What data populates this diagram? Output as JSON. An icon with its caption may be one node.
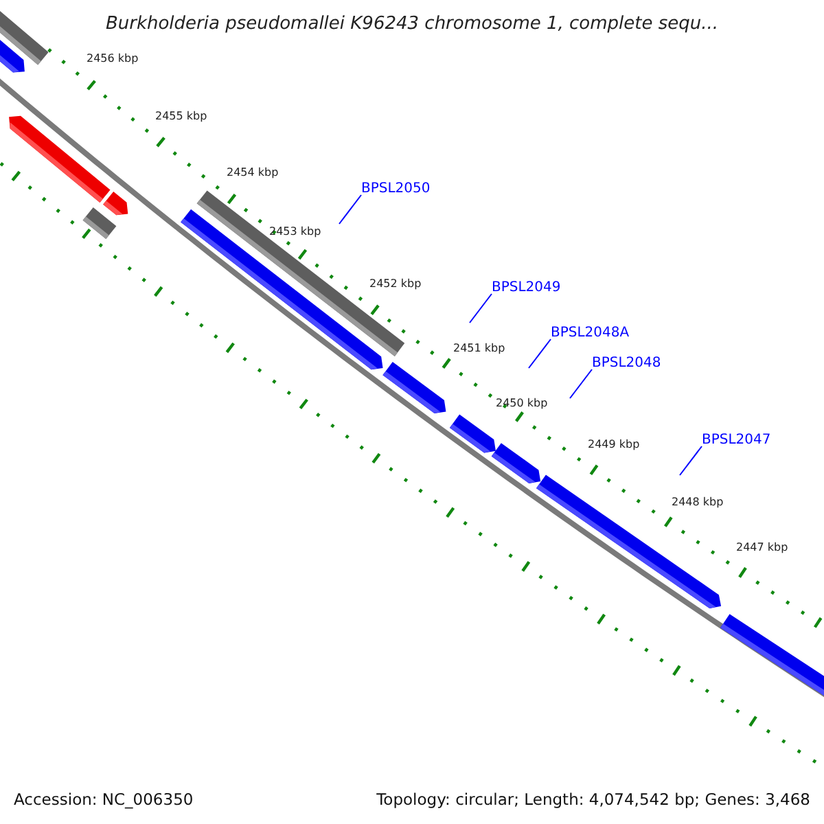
{
  "diagram": {
    "title": "Burkholderia pseudomallei K96243 chromosome 1, complete sequ...",
    "nodes": [
      {
        "text": [
          "BPSL2050"
        ]
      },
      {
        "text": [
          "BPSL2049"
        ]
      },
      {
        "text": [
          "BPSL2048A"
        ]
      },
      {
        "text": [
          "BPSL2048"
        ]
      },
      {
        "text": [
          "BPSL2047"
        ]
      }
    ],
    "edges": [
      {
        "from": 0,
        "to": null,
        "arrow": "none"
      },
      {
        "from": 1,
        "to": null,
        "arrow": "none"
      },
      {
        "from": 2,
        "to": null,
        "arrow": "none"
      },
      {
        "from": 3,
        "to": null,
        "arrow": "none"
      },
      {
        "from": 4,
        "to": null,
        "arrow": "none"
      }
    ],
    "labels": [
      "2456 kbp",
      "2455 kbp",
      "2454 kbp",
      "2453 kbp",
      "2452 kbp",
      "2451 kbp",
      "2450 kbp",
      "2449 kbp",
      "2448 kbp",
      "2447 kbp",
      "Accession: NC_006350",
      "Topology: circular; Length: 4,074,542 bp; Genes: 3,468"
    ]
  }
}
